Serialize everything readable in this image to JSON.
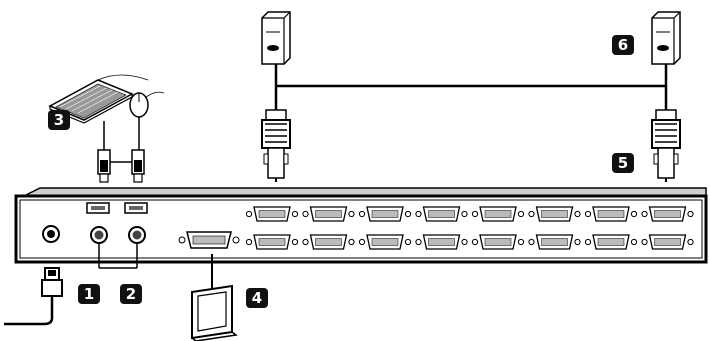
{
  "callouts": [
    {
      "id": "power",
      "label": "1"
    },
    {
      "id": "console-ps2-ports",
      "label": "2"
    },
    {
      "id": "keyboard-mouse",
      "label": "3"
    },
    {
      "id": "monitor",
      "label": "4"
    },
    {
      "id": "kvm-cable-connector",
      "label": "5"
    },
    {
      "id": "computer",
      "label": "6"
    }
  ],
  "colors": {
    "line": "#000000",
    "background": "#ffffff",
    "callout_bg": "#111111",
    "callout_text": "#ffffff",
    "device_fill": "#ffffff"
  },
  "kvm_ports": {
    "rows": 2,
    "columns": 8
  }
}
